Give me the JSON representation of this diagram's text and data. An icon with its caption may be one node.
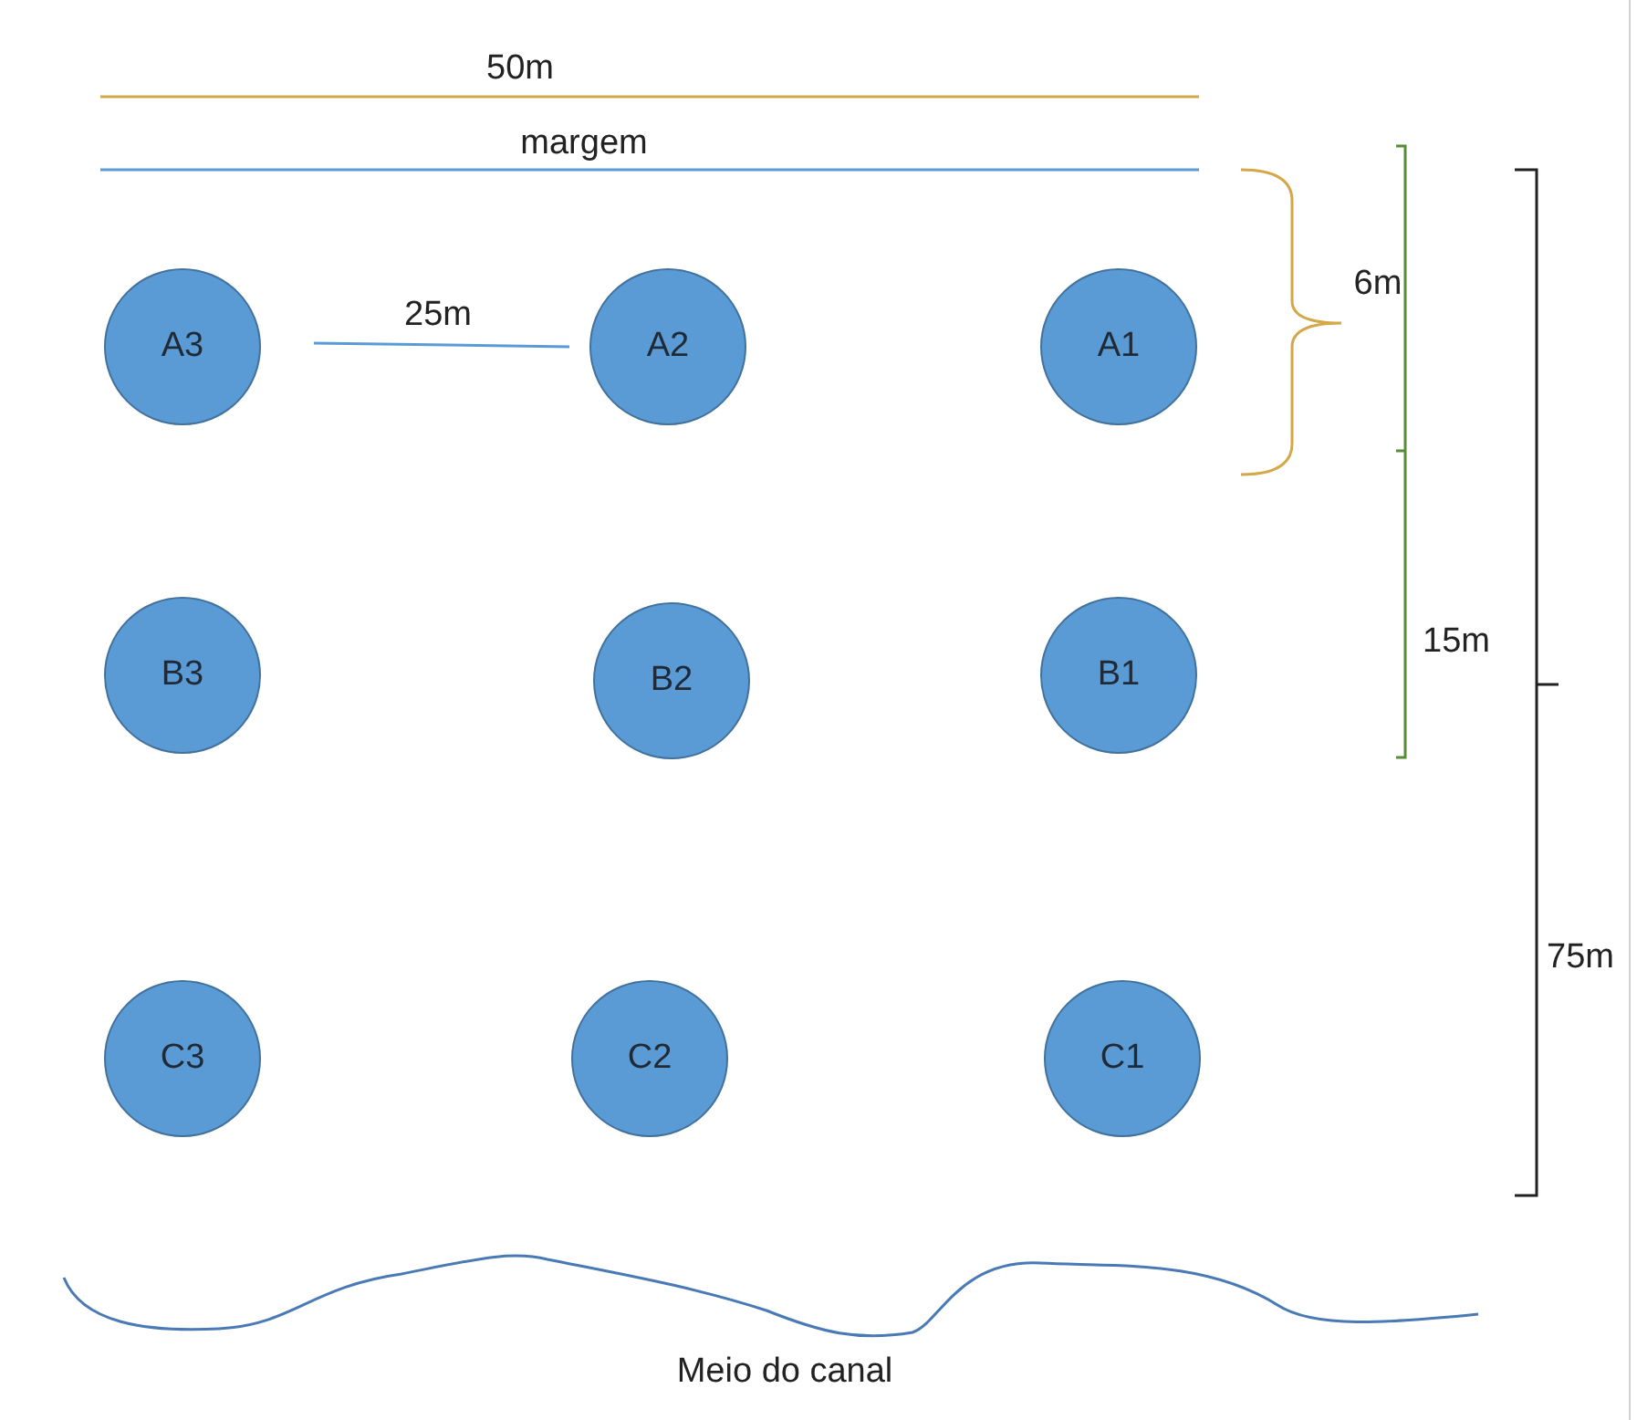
{
  "diagram": {
    "nodes": [
      {
        "text": [
          "A3"
        ]
      },
      {
        "text": [
          "A2"
        ]
      },
      {
        "text": [
          "A1"
        ]
      },
      {
        "text": [
          "B3"
        ]
      },
      {
        "text": [
          "B2"
        ]
      },
      {
        "text": [
          "B1"
        ]
      },
      {
        "text": [
          "C3"
        ]
      },
      {
        "text": [
          "C2"
        ]
      },
      {
        "text": [
          "C1"
        ]
      }
    ],
    "labels": [
      "50m",
      "margem",
      "6m",
      "25m",
      "15m",
      "75m",
      "Meio do canal"
    ]
  }
}
